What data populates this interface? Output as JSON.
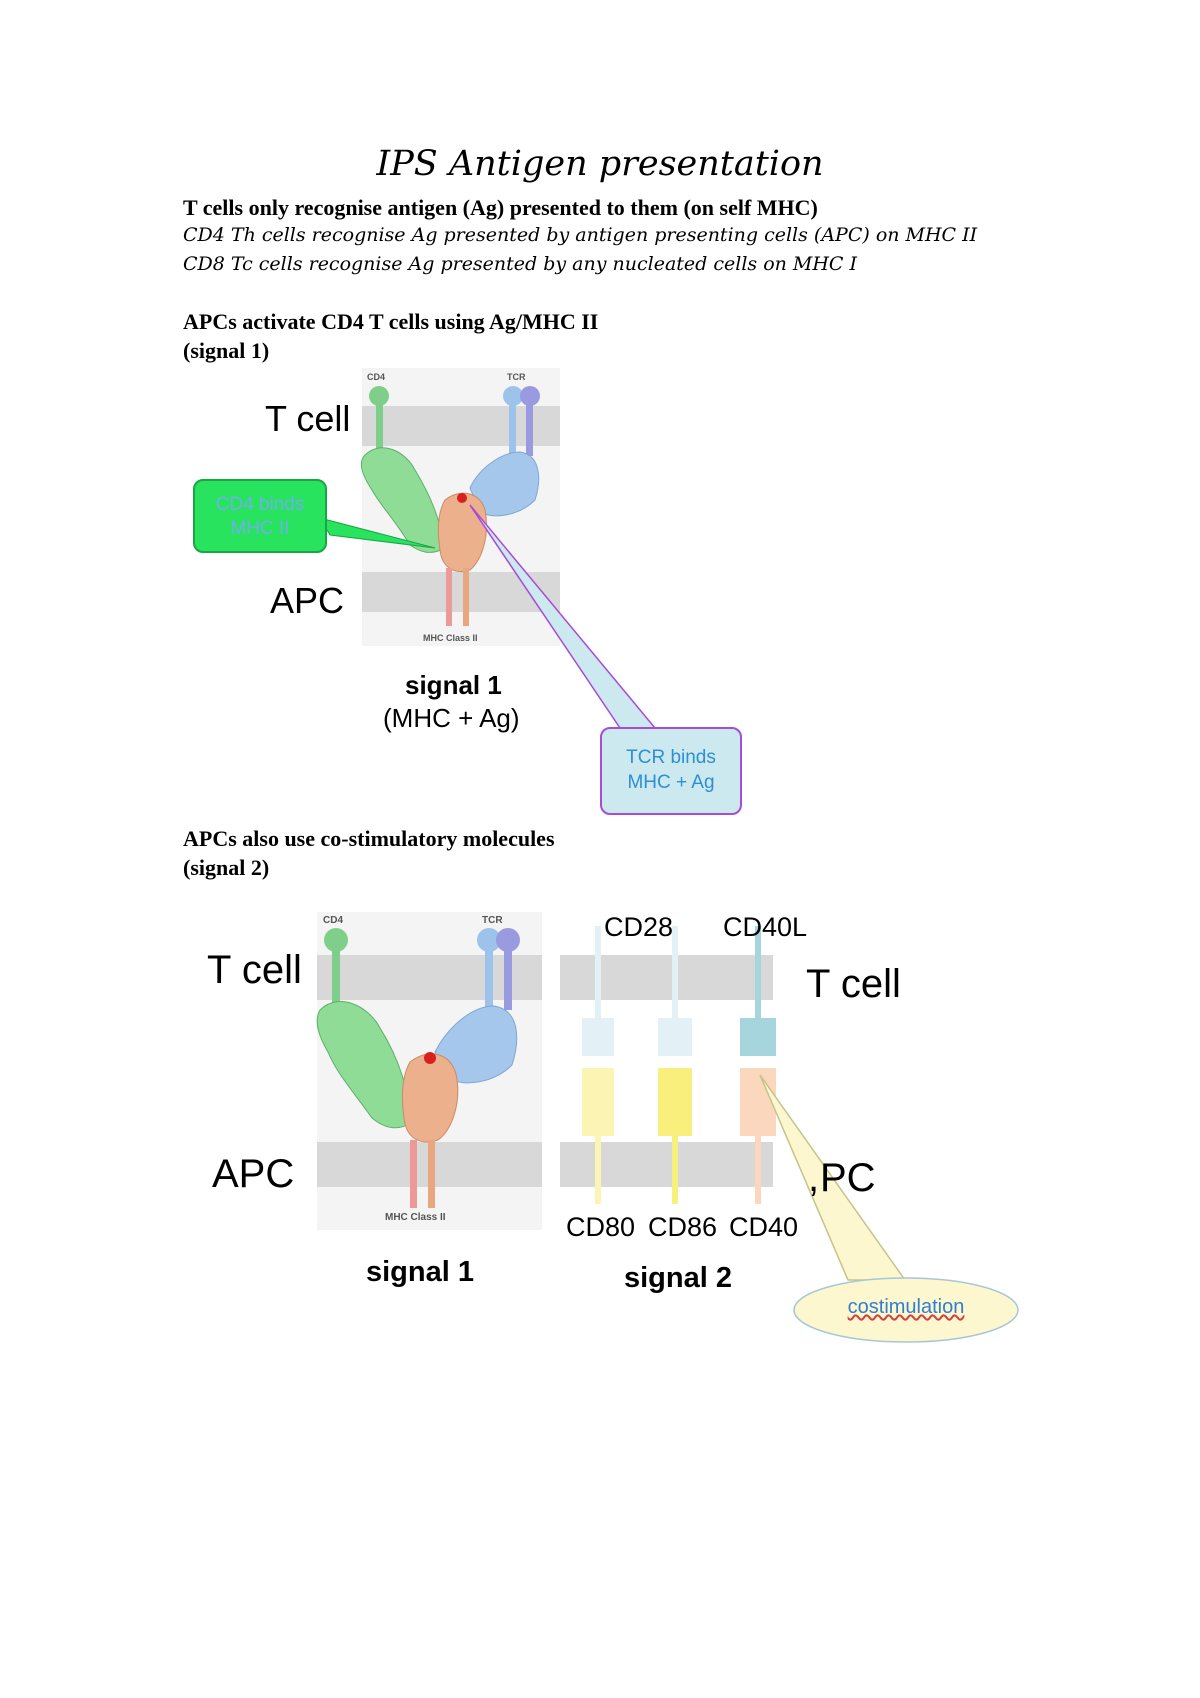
{
  "doc": {
    "title": "IPS Antigen presentation",
    "heading1": "T cells only recognise antigen (Ag) presented to them (on self MHC)",
    "line_cd4": "CD4 Th cells recognise Ag presented by antigen presenting cells (APC) on MHC II",
    "line_cd8": "CD8 Tc cells recognise Ag presented by any nucleated cells on MHC I",
    "section1_line1": "APCs activate CD4 T cells using Ag/MHC II",
    "section1_line2": "(signal 1)",
    "section2_line1": "APCs also use co-stimulatory molecules",
    "section2_line2": "(signal 2)"
  },
  "fig1": {
    "tcell": "T cell",
    "apc": "APC",
    "cd4_small": "CD4",
    "tcr_small": "TCR",
    "mhc_small": "MHC Class II",
    "signal": "signal 1",
    "signal_sub": "(MHC + Ag)",
    "callout_cd4_l1": "CD4 binds",
    "callout_cd4_l2": "MHC II",
    "callout_tcr_l1": "TCR binds",
    "callout_tcr_l2": "MHC + Ag"
  },
  "fig2": {
    "tcell_left": "T cell",
    "apc_left": "APC",
    "cd4_small": "CD4",
    "tcr_small": "TCR",
    "mhc_small": "MHC Class II",
    "signal1": "signal 1",
    "signal2": "signal 2",
    "cd28": "CD28",
    "cd40l": "CD40L",
    "tcell_right": "T cell",
    "apc_right": "PC",
    "apc_right_fragment": ",",
    "cd80": "CD80",
    "cd86": "CD86",
    "cd40": "CD40",
    "costim": "costimulation"
  },
  "colors": {
    "membrane": "#d8d8d8",
    "cd4_green": "#7fcf8a",
    "tcr_blue": "#9ec3ea",
    "tcr_purple": "#9a9ae0",
    "mhc_salmon": "#e8a77f",
    "mhc_pink": "#ec9a98",
    "callout_green": "#27e35d",
    "callout_blue_fill": "#cce9ef",
    "callout_blue_text": "#2d8fd5",
    "callout_border": "#a84bd6",
    "costim_fill": "#fdf7cf",
    "costim_text": "#2f7fd0"
  }
}
